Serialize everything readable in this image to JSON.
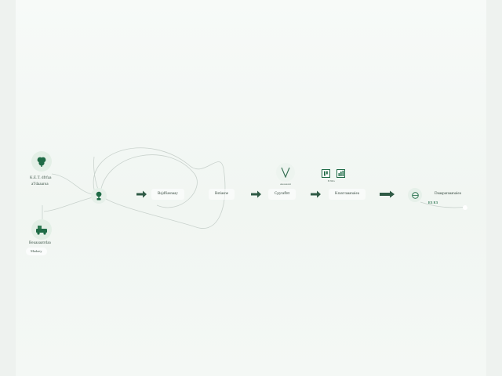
{
  "colors": {
    "background": "#eef2ef",
    "canvas": "#f5f9f6",
    "accent": "#1f6b46",
    "arrow": "#2f5a45",
    "wire": "#c9d2cd",
    "node_fill": "#e3efe6"
  },
  "inputs": {
    "top": {
      "icon": "leaf-cluster-icon",
      "label_line1": "K.E.T. dfrfaa",
      "label_line2": "aTdaaaroa"
    },
    "bottom": {
      "icon": "machine-icon",
      "label_line1": "Beaaaaatrdaa",
      "label_line2": "Madaey"
    }
  },
  "merge": {
    "icon": "plant-icon"
  },
  "stages": [
    {
      "label": "Bsjdfiasnaay"
    },
    {
      "label": "Bstiasne"
    },
    {
      "label": "Cpyrafbtt"
    },
    {
      "label": "Kraat taaanaiea"
    },
    {
      "label": "Daaaparaaanaiea"
    }
  ],
  "stage3_icon": {
    "icon": "v-funnel-icon",
    "caption": "Aeaaaant"
  },
  "stage4_icons": {
    "icons": [
      "ledger-icon",
      "bar-chart-icon"
    ],
    "caption": "EJlZa"
  },
  "end_node": {
    "icon": "globe-icon",
    "caption": "E3 E3"
  }
}
